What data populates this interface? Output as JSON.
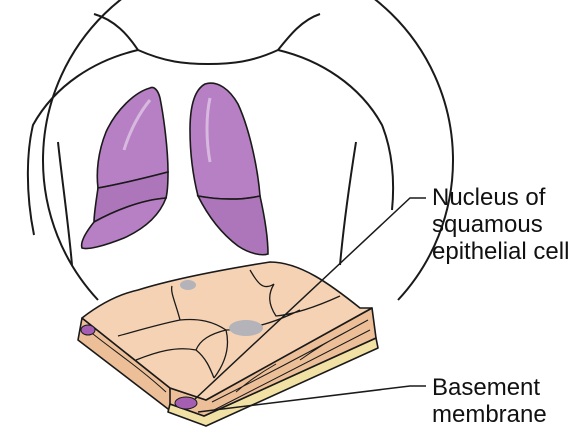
{
  "labels": {
    "nucleus": [
      "Nucleus of",
      "squamous",
      "epithelial cell"
    ],
    "basement": [
      "Basement",
      "membrane"
    ]
  },
  "colors": {
    "outline": "#1a1a1a",
    "lung": "#b77fc4",
    "lung_shadow": "#9a62ab",
    "tissue_top": "#f5d2b3",
    "tissue_side": "#ecbf98",
    "nucleus_gray": "#b3b3b9",
    "nucleus_purple": "#a45fb3",
    "membrane": "#f2e1a5"
  }
}
